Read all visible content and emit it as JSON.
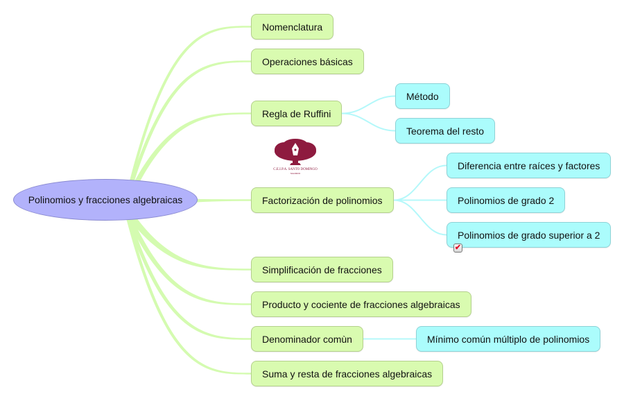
{
  "central_topic": "Polinomios y fracciones algebraicas",
  "colors": {
    "root_fill": "#b2b2fb",
    "level1_fill": "#d9fbb0",
    "level1_branch": "#d4fbb0",
    "level2_fill": "#abfcfc",
    "level2_branch": "#b4f8fa",
    "logo": "#8e1b3f",
    "check_mark": "#e0102a"
  },
  "branches": [
    {
      "label": "Nomenclatura",
      "children": []
    },
    {
      "label": "Operaciones básicas",
      "children": []
    },
    {
      "label": "Regla de Ruffini",
      "children": [
        {
          "label": "Método"
        },
        {
          "label": "Teorema del resto"
        }
      ]
    },
    {
      "label": "Factorización de polinomios",
      "children": [
        {
          "label": "Diferencia entre raíces y factores"
        },
        {
          "label": "Polinomios de grado 2"
        },
        {
          "label": "Polinomios de grado superior a 2",
          "task_checked": true
        }
      ]
    },
    {
      "label": "Simplificación de fracciones",
      "children": []
    },
    {
      "label": "Producto y cociente de fracciones algebraicas",
      "children": []
    },
    {
      "label": "Denominador comùn",
      "children": [
        {
          "label": "Mínimo común múltiplo de polinomios"
        }
      ]
    },
    {
      "label": "Suma y resta de fracciones algebraicas",
      "children": []
    }
  ],
  "logo": {
    "icon": "tree-pen-logo",
    "caption": "C.E.I.P.A. SANTO DOMINGO",
    "subcaption": "MADRID"
  },
  "markers": {
    "check_icon": "task-done-checkbox",
    "check_glyph": "✔"
  }
}
